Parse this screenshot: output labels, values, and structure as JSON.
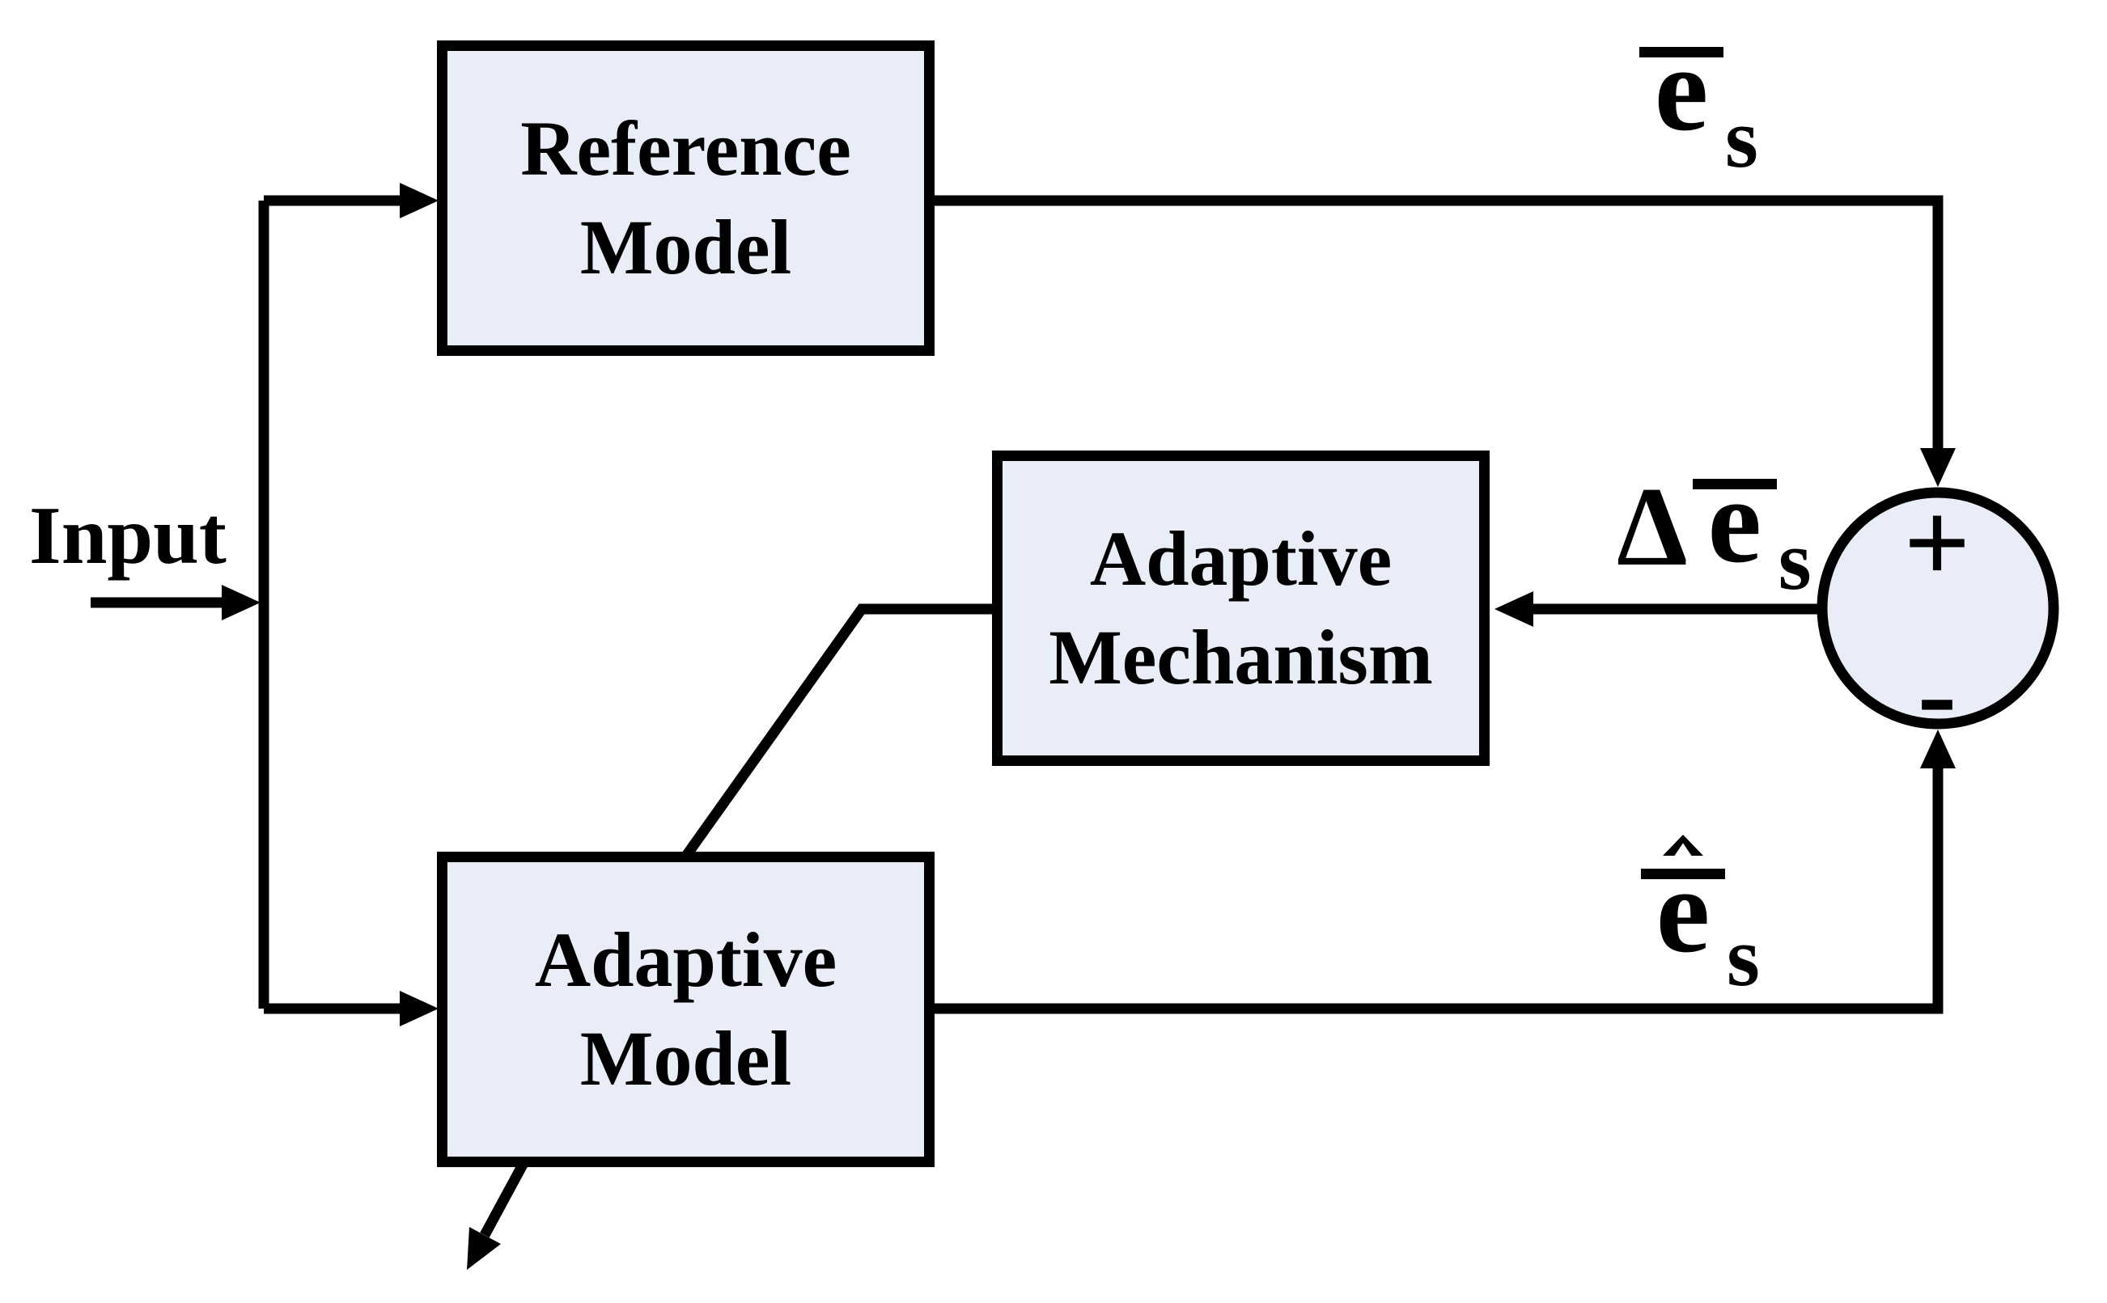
{
  "colors": {
    "background": "#ffffff",
    "shape_fill": "#e8edf8",
    "stroke": "#000000",
    "text": "#000000"
  },
  "input": {
    "label": "Input"
  },
  "boxes": {
    "reference_model": {
      "line1": "Reference",
      "line2": "Model"
    },
    "adaptive_mechanism": {
      "line1": "Adaptive",
      "line2": "Mechanism"
    },
    "adaptive_model": {
      "line1": "Adaptive",
      "line2": "Model"
    }
  },
  "summing_junction": {
    "plus_label": "+",
    "minus_label": "-"
  },
  "signals": {
    "reference_error": {
      "base": "e",
      "subscript": "s",
      "accents": "bar"
    },
    "error_difference": {
      "prefix": "Δ",
      "base": "e",
      "subscript": "s",
      "accents": "bar"
    },
    "estimated_error": {
      "base": "e",
      "subscript": "s",
      "accents": "hat-bar"
    }
  }
}
